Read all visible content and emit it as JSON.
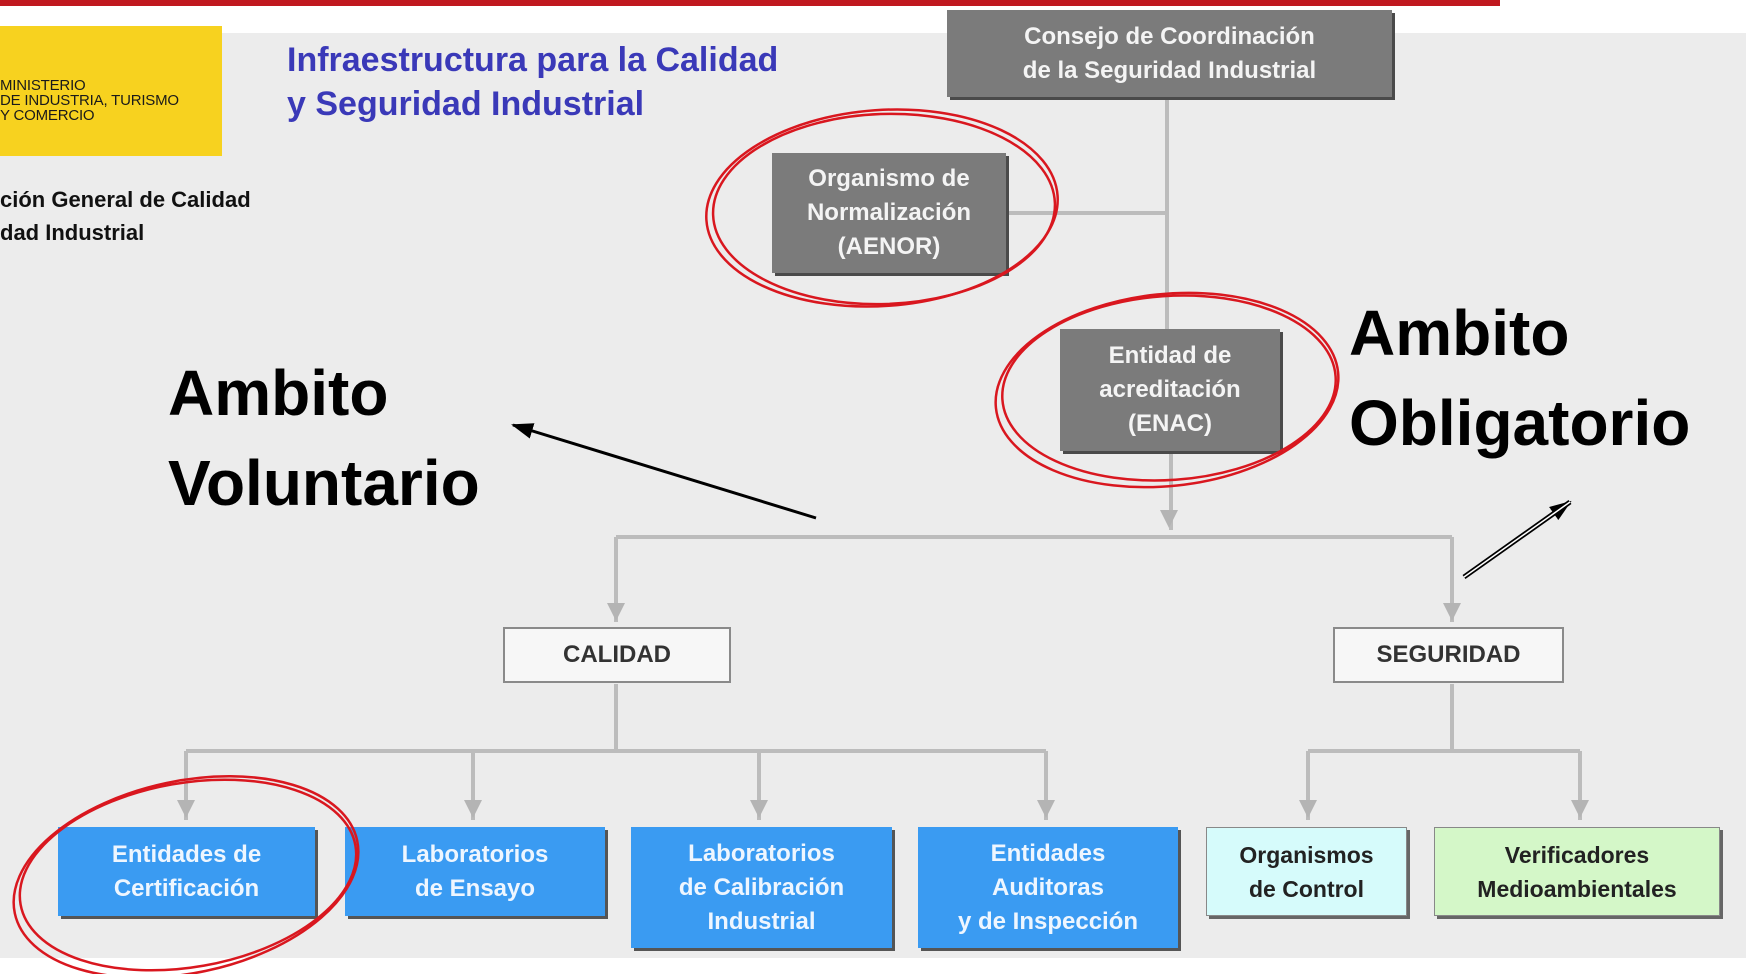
{
  "header": {
    "ministry_logo_text": "MINISTERIO\nDE INDUSTRIA, TURISMO\nY COMERCIO",
    "department_text": "ción General de Calidad\ndad Industrial",
    "title": "Infraestructura para la Calidad\ny Seguridad Industrial"
  },
  "labels": {
    "voluntary": "Ambito\nVoluntario",
    "mandatory": "Ambito\nObligatorio"
  },
  "nodes": {
    "consejo": "Consejo de Coordinación\nde la Seguridad Industrial",
    "aenor": "Organismo de\nNormalización\n(AENOR)",
    "enac": "Entidad de\nacreditación\n(ENAC)",
    "calidad": "CALIDAD",
    "seguridad": "SEGURIDAD",
    "certificacion": "Entidades de\nCertificación",
    "ensayo": "Laboratorios\nde Ensayo",
    "calibracion": "Laboratorios\nde Calibración\nIndustrial",
    "auditoras": "Entidades\nAuditoras\ny de Inspección",
    "control": "Organismos\nde Control",
    "verificadores": "Verificadores\nMedioambientales"
  },
  "colors": {
    "title": "#3a39b8",
    "highlight_ellipse": "#d9171f",
    "calidad_boxes": "#3a9bf2",
    "control_box": "#d6fbfb",
    "verificadores_box": "#d4f7c8"
  }
}
